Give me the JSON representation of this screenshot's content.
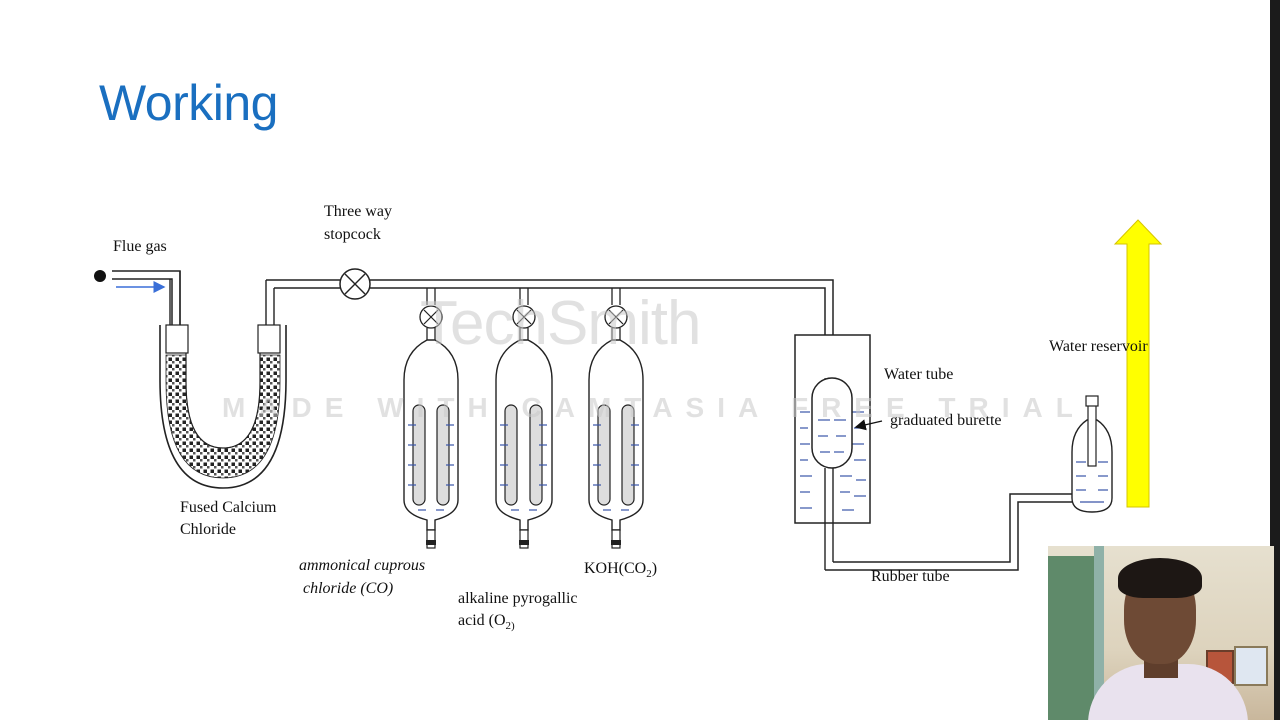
{
  "slide": {
    "title": "Working"
  },
  "labels": {
    "flue_gas": "Flue gas",
    "stopcock_line1": "Three way",
    "stopcock_line2": "stopcock",
    "calcium_line1": "Fused Calcium",
    "calcium_line2": "Chloride",
    "cuprous_line1": "ammonical cuprous",
    "cuprous_line2": "chloride (CO)",
    "pyrogallic_line1": "alkaline pyrogallic",
    "pyrogallic_line2_main": "acid (O",
    "pyrogallic_line2_sub": "2)",
    "koh_main": "KOH(CO",
    "koh_sub": "2",
    "koh_end": ")",
    "water_tube": "Water tube",
    "burette": "graduated burette",
    "reservoir": "Water reservoir",
    "rubber_tube": "Rubber tube"
  },
  "watermark": {
    "brand": "TechSmith",
    "trial": "MADE WITH CAMTASIA FREE TRIAL"
  },
  "colors": {
    "title": "#1a6fc0",
    "water": "#3a55a8",
    "flow_arrow": "#3a6fd8",
    "highlight_arrow": "#ffff00"
  }
}
